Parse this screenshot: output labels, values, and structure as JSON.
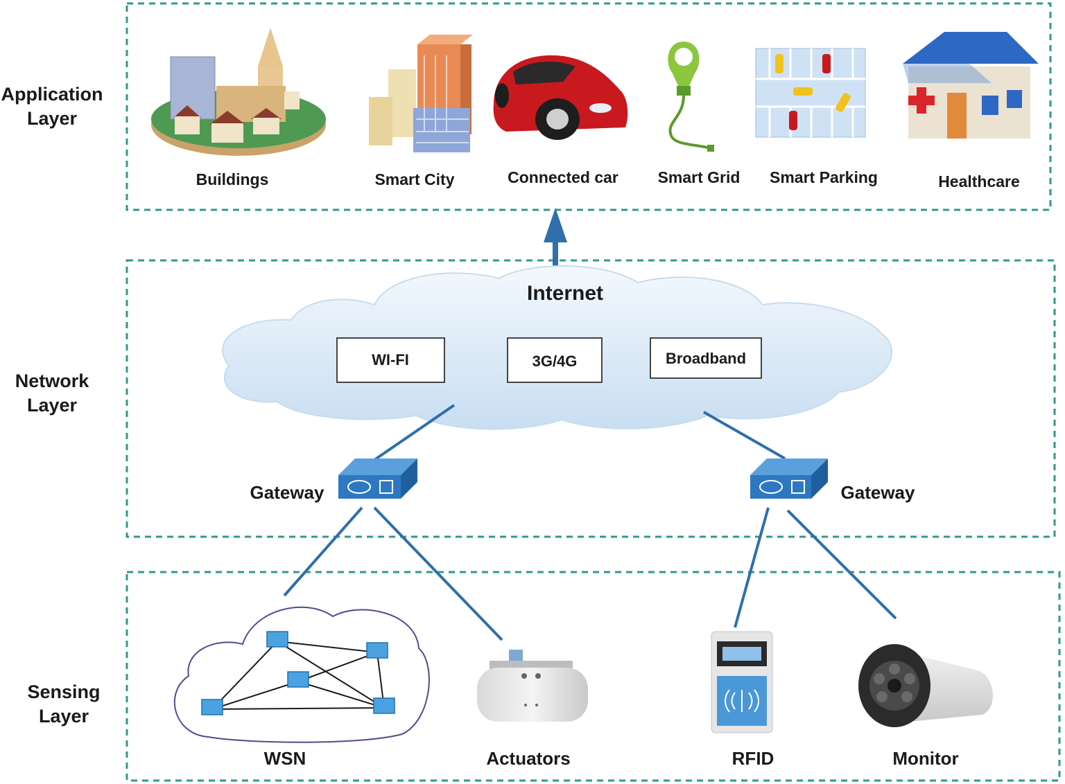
{
  "layers": {
    "application": {
      "line1": "Application",
      "line2": "Layer"
    },
    "network": {
      "line1": "Network",
      "line2": "Layer"
    },
    "sensing": {
      "line1": "Sensing",
      "line2": "Layer"
    }
  },
  "applications": [
    "Buildings",
    "Smart City",
    "Connected car",
    "Smart Grid",
    "Smart Parking",
    "Healthcare"
  ],
  "network": {
    "internet": "Internet",
    "technologies": [
      "WI-FI",
      "3G/4G",
      "Broadband"
    ],
    "gateway_left": "Gateway",
    "gateway_right": "Gateway"
  },
  "sensing": [
    "WSN",
    "Actuators",
    "RFID",
    "Monitor"
  ],
  "colors": {
    "border": "#2e9a8c",
    "link": "#2f6faa",
    "cloud": "#dcebf7",
    "car": "#c8191f"
  }
}
